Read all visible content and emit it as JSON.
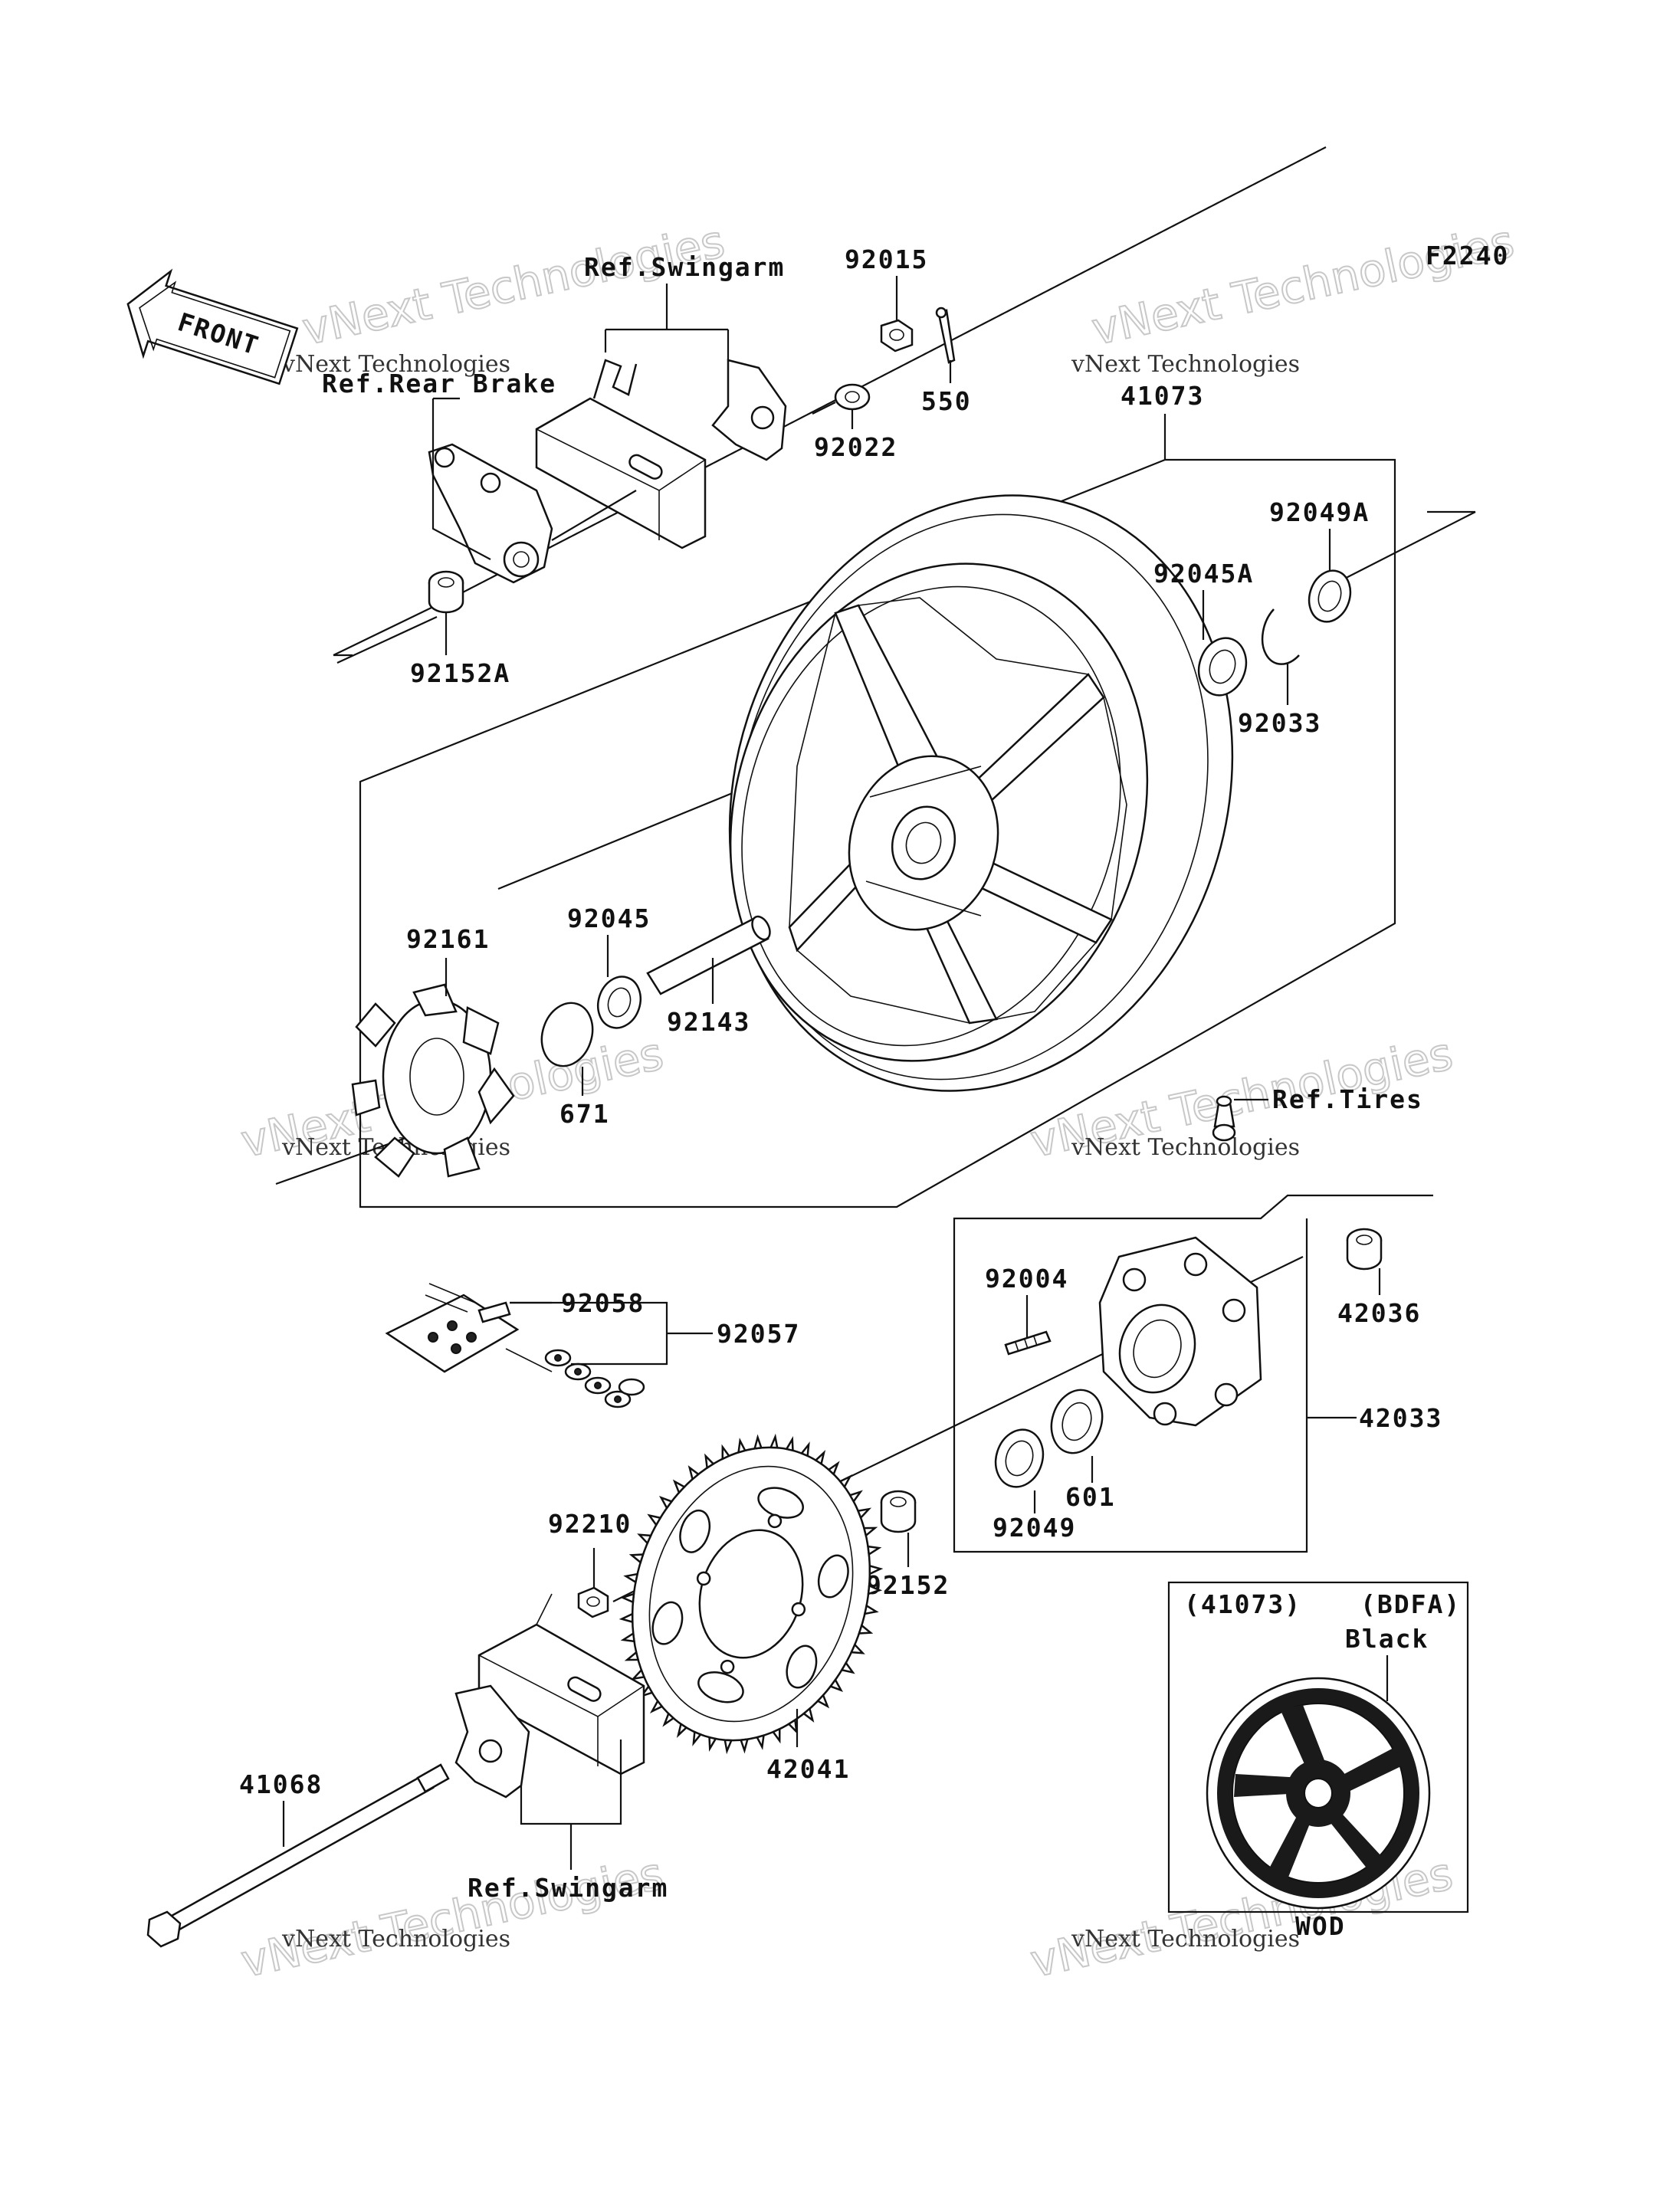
{
  "figure_code": "F2240",
  "front_arrow": "FRONT",
  "watermark": {
    "line1": "vNext Technologies",
    "line2": "Technologies",
    "line3": "vNext"
  },
  "refs": {
    "swingarm_top": "Ref.Swingarm",
    "rear_brake": "Ref.Rear Brake",
    "tires": "Ref.Tires",
    "swingarm_bottom": "Ref.Swingarm"
  },
  "parts": {
    "p92015": "92015",
    "p550": "550",
    "p92022": "92022",
    "p41073": "41073",
    "p92049A": "92049A",
    "p92045A": "92045A",
    "p92033": "92033",
    "p92152A": "92152A",
    "p92161": "92161",
    "p92045": "92045",
    "p92143": "92143",
    "p671": "671",
    "p92058": "92058",
    "p92057": "92057",
    "p92004": "92004",
    "p42036": "42036",
    "p42033": "42033",
    "p601": "601",
    "p92049": "92049",
    "p92210": "92210",
    "p92152": "92152",
    "p42041": "42041",
    "p41068": "41068"
  },
  "inset": {
    "part": "(41073)",
    "code": "(BDFA)",
    "color": "Black",
    "suffix": "WOD"
  }
}
